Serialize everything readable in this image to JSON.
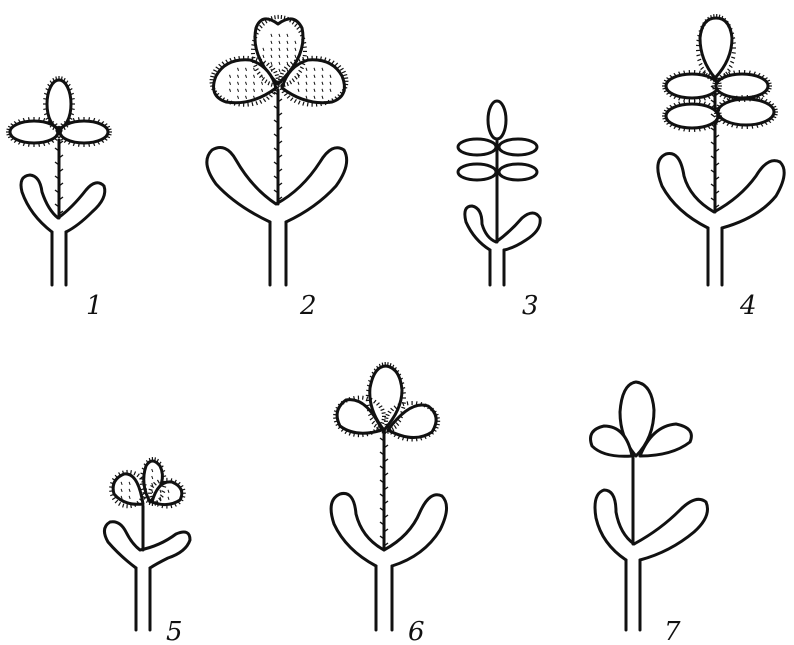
{
  "figures": [
    {
      "label": "1",
      "hairy": true,
      "leaf": "ternate-cross",
      "stippled": false
    },
    {
      "label": "2",
      "hairy": true,
      "leaf": "ternate-large",
      "stippled": true
    },
    {
      "label": "3",
      "hairy": false,
      "leaf": "pinnate-small",
      "stippled": false
    },
    {
      "label": "4",
      "hairy": true,
      "leaf": "pinnate-large",
      "stippled": false
    },
    {
      "label": "5",
      "hairy": true,
      "leaf": "ternate-small",
      "stippled": true
    },
    {
      "label": "6",
      "hairy": true,
      "leaf": "ternate",
      "stippled": false
    },
    {
      "label": "7",
      "hairy": false,
      "leaf": "ternate",
      "stippled": false
    }
  ],
  "colors": {
    "ink": "#111111",
    "background": "#ffffff"
  }
}
